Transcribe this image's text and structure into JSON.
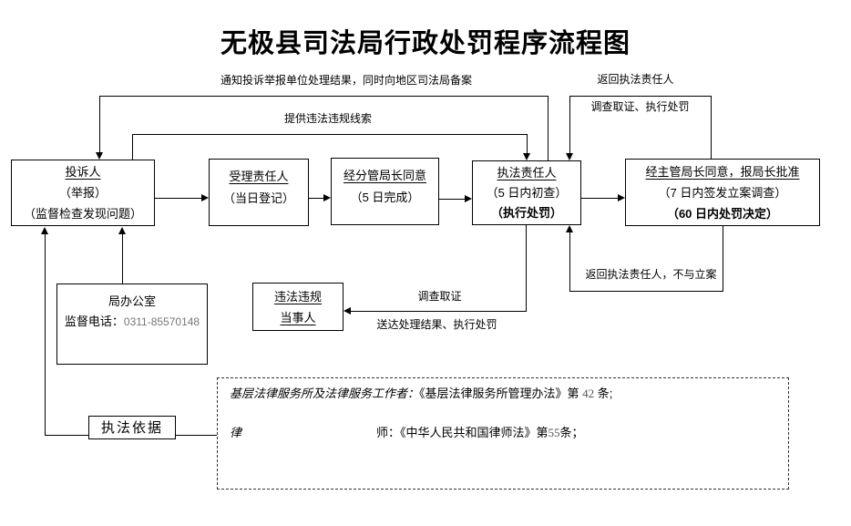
{
  "title": "无极县司法局行政处罚程序流程图",
  "colors": {
    "line": "#000000",
    "background": "#ffffff",
    "muted_text": "#777777"
  },
  "nodes": {
    "complainant": {
      "title": "投诉人",
      "lines": [
        "（举报）",
        "（监督检查发现问题）"
      ]
    },
    "acceptor": {
      "title": "受理责任人",
      "lines": [
        "（当日登记）"
      ]
    },
    "deputy_approval": {
      "title": "经分管局长同意",
      "lines": [
        "（5 日完成）"
      ]
    },
    "enforcer": {
      "title": "执法责任人",
      "lines": [
        "（5 日内初查）"
      ],
      "bold_line": "（执行处罚）"
    },
    "chief_approval": {
      "title": "经主管局长同意，报局长批准",
      "lines": [
        "（7 日内签发立案调查）"
      ],
      "bold_line": "（60 日内处罚决定）"
    },
    "office": {
      "title": "局办公室",
      "phone_label": "监督电话：",
      "phone_number": "0311-85570148"
    },
    "party": {
      "line1": "违法违规",
      "line2": "当事人"
    },
    "basis": {
      "title": "执法依据"
    }
  },
  "edge_labels": {
    "notify": "通知投诉举报单位处理结果，同时向地区司法局备案",
    "clues": "提供违法违规线索",
    "return_top": "返回执法责任人",
    "investigate_punish": "调查取证、执行处罚",
    "return_bottom": "返回执法责任人，不与立案",
    "investigate": "调查取证",
    "deliver": "送达处理结果、执行处罚"
  },
  "legal_note": {
    "line1_author": "基层法律服务所及法律服务工作者：",
    "line1_law": "《基层法律服务所管理办法》",
    "line1_article_pre": "第 ",
    "line1_article_num": "42",
    "line1_article_post": " 条;",
    "line2_author": "律",
    "line2_law": "师：《中华人民共和国律师法》第",
    "line2_article_num": "55",
    "line2_article_post": "条；"
  }
}
